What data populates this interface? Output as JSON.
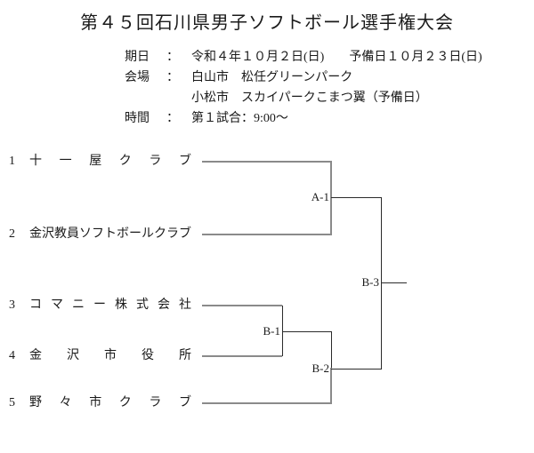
{
  "title": "第４５回石川県男子ソフトボール選手権大会",
  "info": {
    "rows": [
      {
        "label": "期日",
        "colon": "：",
        "value": "令和４年１０月２日(日)　　予備日１０月２３日(日)"
      },
      {
        "label": "会場",
        "colon": "：",
        "value": "白山市　松任グリーンパーク"
      },
      {
        "label": "",
        "colon": "",
        "value": "小松市　スカイパークこまつ翼（予備日）"
      },
      {
        "label": "時間",
        "colon": "：",
        "value": "第１試合：9:00～"
      }
    ]
  },
  "bracket": {
    "teams": [
      {
        "seed": "1",
        "name": "十一屋クラブ"
      },
      {
        "seed": "2",
        "name": "金沢教員ソフトボールクラブ"
      },
      {
        "seed": "3",
        "name": "コマニー株式会社"
      },
      {
        "seed": "4",
        "name": "金沢市役所"
      },
      {
        "seed": "5",
        "name": "野々市クラブ"
      }
    ],
    "matches": [
      {
        "label": "A-1"
      },
      {
        "label": "B-1"
      },
      {
        "label": "B-2"
      },
      {
        "label": "B-3"
      }
    ]
  },
  "colors": {
    "background": "#ffffff",
    "text": "#1a1a1a",
    "line_light": "#8a8a8a",
    "line_dark": "#2b2b2b"
  }
}
